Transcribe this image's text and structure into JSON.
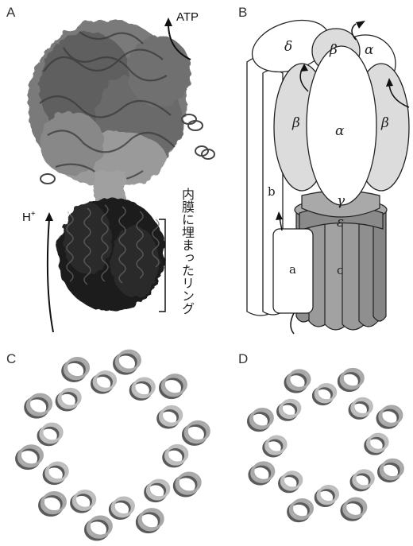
{
  "panels": {
    "a": "A",
    "b": "B",
    "c": "C",
    "d": "D"
  },
  "panel_a": {
    "atp_label": "ATP",
    "proton_label": "H",
    "proton_superscript": "+",
    "ring_caption": "内膜に埋まったリング"
  },
  "panel_b": {
    "delta": "δ",
    "beta_top": "β",
    "alpha_top_right": "α",
    "beta_left": "β",
    "alpha_center": "α",
    "beta_right": "β",
    "gamma": "γ",
    "epsilon": "ε",
    "stalk_b": "b",
    "subunit_a": "a",
    "ring_c": "c"
  },
  "colors": {
    "background": "#ffffff",
    "light_gray": "#dcdcdc",
    "mid_gray": "#a9a9a9",
    "dark_gray": "#8f8f8f",
    "outline": "#222222"
  }
}
